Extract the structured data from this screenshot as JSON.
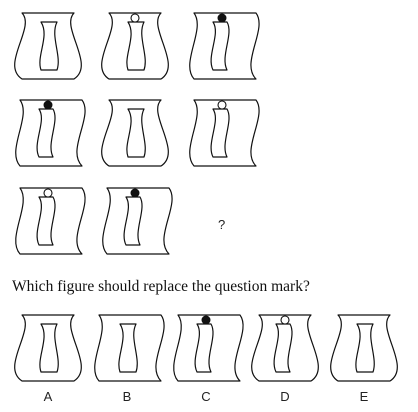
{
  "question": "Which figure should replace the question mark?",
  "missing_marker": "?",
  "grid": [
    {
      "outer": "mirror",
      "inner": "mirror",
      "marker": "none"
    },
    {
      "outer": "mirror",
      "inner": "mirror",
      "marker": "open-circle"
    },
    {
      "outer": "s",
      "inner": "s",
      "marker": "filled-circle"
    },
    {
      "outer": "s",
      "inner": "s",
      "marker": "filled-circle"
    },
    {
      "outer": "mirror",
      "inner": "mirror",
      "marker": "none"
    },
    {
      "outer": "s",
      "inner": "s",
      "marker": "open-circle"
    },
    {
      "outer": "s",
      "inner": "s",
      "marker": "open-circle"
    },
    {
      "outer": "s",
      "inner": "s",
      "marker": "filled-circle"
    },
    {
      "missing": true
    }
  ],
  "options": [
    {
      "label": "A",
      "outer": "mirror",
      "inner": "mirror",
      "marker": "none"
    },
    {
      "label": "B",
      "outer": "s",
      "inner": "mirror",
      "marker": "none"
    },
    {
      "label": "C",
      "outer": "s",
      "inner": "s",
      "marker": "filled-circle"
    },
    {
      "label": "D",
      "outer": "mirror",
      "inner": "s",
      "marker": "open-circle"
    },
    {
      "label": "E",
      "outer": "mirror",
      "inner": "mirror",
      "marker": "none"
    }
  ]
}
